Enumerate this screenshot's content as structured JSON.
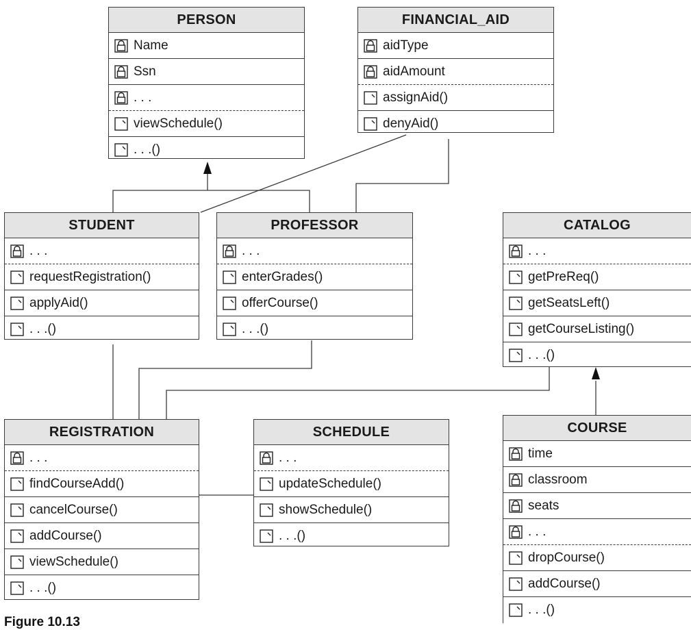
{
  "classes": {
    "person": {
      "name": "PERSON",
      "attributes": [
        "Name",
        "Ssn",
        ". . ."
      ],
      "operations": [
        "viewSchedule()",
        ". . .()"
      ]
    },
    "financial_aid": {
      "name": "FINANCIAL_AID",
      "attributes": [
        "aidType",
        "aidAmount"
      ],
      "operations": [
        "assignAid()",
        "denyAid()"
      ]
    },
    "student": {
      "name": "STUDENT",
      "attributes": [
        ". . ."
      ],
      "operations": [
        "requestRegistration()",
        "applyAid()",
        ". . .()"
      ]
    },
    "professor": {
      "name": "PROFESSOR",
      "attributes": [
        ". . ."
      ],
      "operations": [
        "enterGrades()",
        "offerCourse()",
        ". . .()"
      ]
    },
    "catalog": {
      "name": "CATALOG",
      "attributes": [
        ". . ."
      ],
      "operations": [
        "getPreReq()",
        "getSeatsLeft()",
        "getCourseListing()",
        ". . .()"
      ]
    },
    "registration": {
      "name": "REGISTRATION",
      "attributes": [
        ". . ."
      ],
      "operations": [
        "findCourseAdd()",
        "cancelCourse()",
        "addCourse()",
        "viewSchedule()",
        ". . .()"
      ]
    },
    "schedule": {
      "name": "SCHEDULE",
      "attributes": [
        ". . ."
      ],
      "operations": [
        "updateSchedule()",
        "showSchedule()",
        ". . .()"
      ]
    },
    "course": {
      "name": "COURSE",
      "attributes": [
        "time",
        "classroom",
        "seats",
        ". . ."
      ],
      "operations": [
        "dropCourse()",
        "addCourse()",
        ". . .()"
      ]
    }
  },
  "caption": "Figure 10.13",
  "icons": {
    "attribute": "lock-attribute-icon",
    "operation": "operation-page-icon"
  },
  "colors": {
    "header_fill": "#e4e4e4",
    "line": "#3a3a3a"
  }
}
